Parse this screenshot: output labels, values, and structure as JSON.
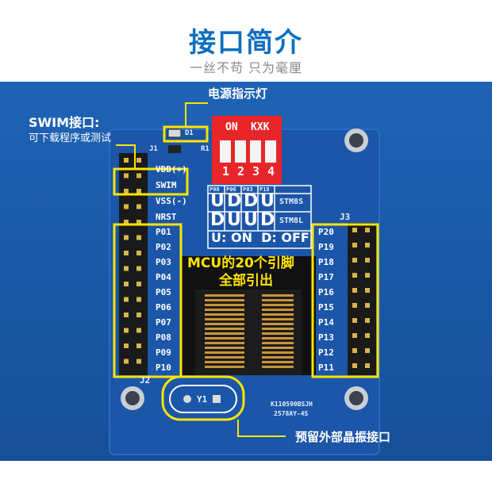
{
  "header": {
    "title": "接口简介",
    "subtitle": "一丝不苟 只为毫厘"
  },
  "callouts": {
    "power_led": "电源指示灯",
    "swim_title": "SWIM接口:",
    "swim_desc": "可下载程序或测试",
    "mcu_line1": "MCU的20个引脚",
    "mcu_line2": "全部引出",
    "crystal": "预留外部晶振接口"
  },
  "board": {
    "dip_on": "ON",
    "dip_brand": "KXK",
    "dip_numbers": [
      "1",
      "2",
      "3",
      "4"
    ],
    "d1_label": "D1",
    "r1_label": "R1",
    "j1_label": "J1",
    "j2_label": "J2",
    "j3_label": "J3",
    "power_pins": [
      "VDD(+)",
      "SWIM",
      "VSS(-)",
      "NRST"
    ],
    "left_pins": [
      "P01",
      "P02",
      "P03",
      "P04",
      "P05",
      "P06",
      "P07",
      "P08",
      "P09",
      "P10"
    ],
    "right_pins": [
      "P20",
      "P19",
      "P18",
      "P17",
      "P16",
      "P15",
      "P14",
      "P13",
      "P12",
      "P11"
    ],
    "table_header": [
      "P08",
      "P06",
      "P03",
      "P18"
    ],
    "row1": [
      "U",
      "D",
      "D",
      "U"
    ],
    "row1_label": "STM8S",
    "row2": [
      "D",
      "U",
      "U",
      "D"
    ],
    "row2_label": "STM8L",
    "legend": "U: ON  D: OFF",
    "crystal_label": "Y1",
    "part1": "K110590BSJH",
    "part2": "2578AY-4S"
  },
  "colors": {
    "title_blue": "#0d6fc0",
    "board_blue": "#1e5fb3",
    "highlight_yellow": "#ffe400",
    "dip_red": "#e8262a"
  }
}
